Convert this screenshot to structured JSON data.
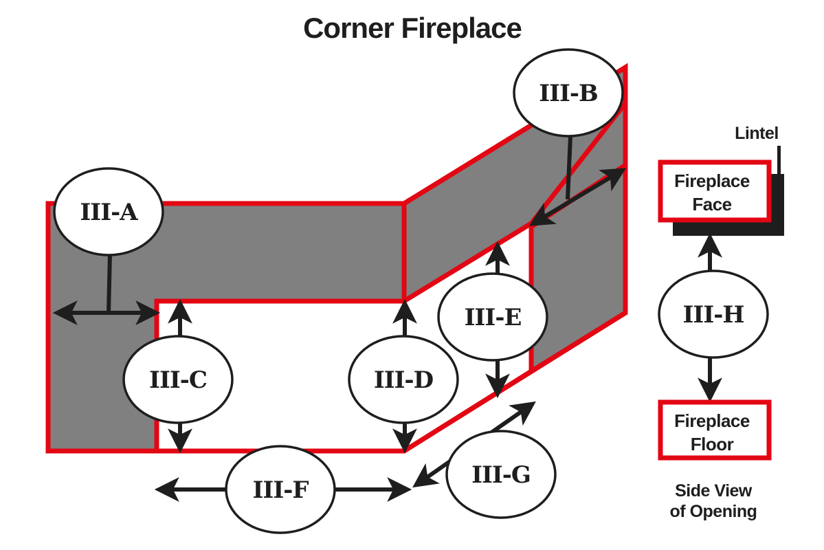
{
  "title": "Corner Fireplace",
  "colors": {
    "outline": "#e30613",
    "masonry": "#808080",
    "ink": "#1e1e1e",
    "background": "#ffffff"
  },
  "callouts": {
    "a": "III-A",
    "b": "III-B",
    "c": "III-C",
    "d": "III-D",
    "e": "III-E",
    "f": "III-F",
    "g": "III-G",
    "h": "III-H"
  },
  "side_view": {
    "lintel_label": "Lintel",
    "face_label_line1": "Fireplace",
    "face_label_line2": "Face",
    "floor_label_line1": "Fireplace",
    "floor_label_line2": "Floor",
    "caption_line1": "Side View",
    "caption_line2": "of Opening"
  }
}
